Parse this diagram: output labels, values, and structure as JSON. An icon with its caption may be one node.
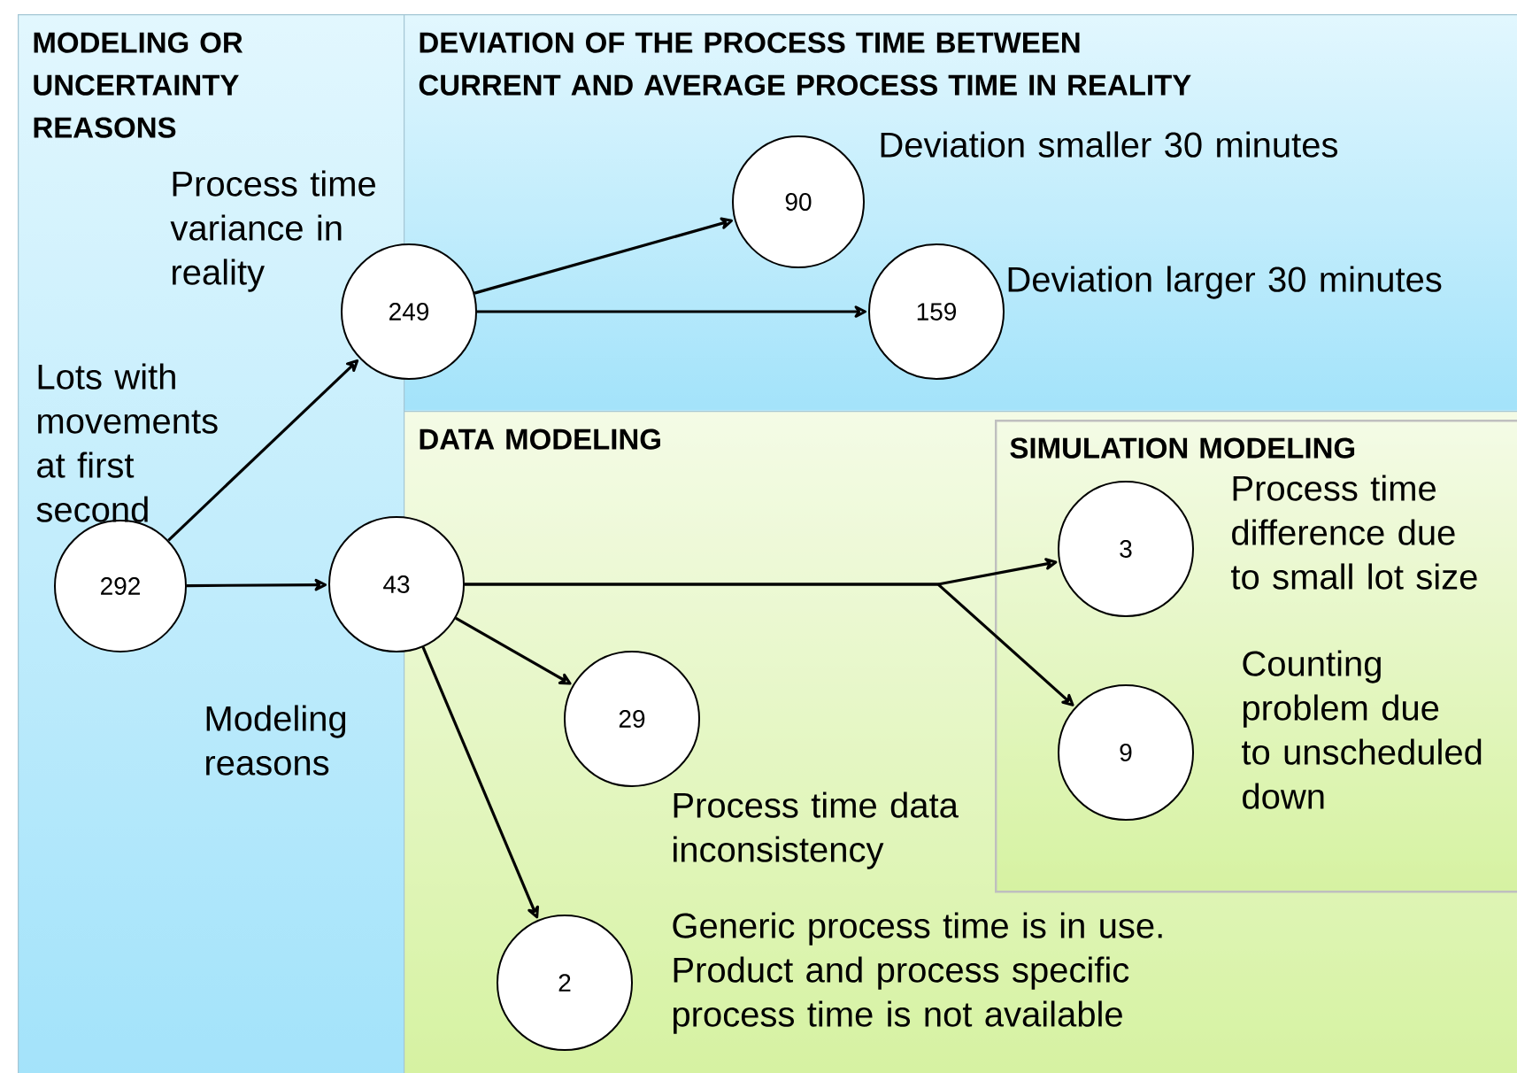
{
  "diagram": {
    "nodes": [
      {
        "text": [
          "MODELING OR UNCERTAINTY REASONS"
        ]
      },
      {
        "text": [
          "DEVIATION OF THE PROCESS TIME  BETWEEN CURRENT AND AVERAGE PROCESS TIME IN REALITY"
        ]
      },
      {
        "text": [
          "DATA MODELING"
        ]
      },
      {
        "text": [
          "SIMULATION MODELING"
        ],
        "in": 2
      },
      {
        "text": [
          "249"
        ],
        "beside": [
          "Process time variance in reality"
        ]
      },
      {
        "text": [
          "90"
        ],
        "beside": [
          "Deviation smaller 30 minutes"
        ],
        "in": 1
      },
      {
        "text": [
          "159"
        ],
        "beside": [
          "Deviation larger 30 minutes"
        ],
        "in": 1
      },
      {
        "text": [
          "292"
        ],
        "beside": [
          "Lots with movements at first second"
        ],
        "in": 0
      },
      {
        "text": [
          "43"
        ],
        "beside": [
          "Modeling reasons"
        ]
      },
      {
        "text": [
          "3"
        ],
        "beside": [
          "Process time difference due to small lot size"
        ],
        "in": 3
      },
      {
        "text": [
          "29"
        ],
        "beside": [
          "Process time data inconsistency"
        ],
        "in": 2
      },
      {
        "text": [
          "9"
        ],
        "beside": [
          "Counting problem due to unscheduled down"
        ],
        "in": 3
      },
      {
        "text": [
          "2"
        ],
        "beside": [
          "Generic process time is in use. Product and process specific process time is not available"
        ],
        "in": 2
      }
    ],
    "edges": [
      {
        "from": 7,
        "to": 4,
        "arrow": "to"
      },
      {
        "from": 7,
        "to": 8,
        "arrow": "to"
      },
      {
        "from": 4,
        "to": 5,
        "arrow": "to"
      },
      {
        "from": 4,
        "to": 6,
        "arrow": "to"
      },
      {
        "from": 8,
        "to": 9,
        "arrow": "to"
      },
      {
        "from": 8,
        "to": 11,
        "arrow": "to"
      },
      {
        "from": 8,
        "to": 10,
        "arrow": "to"
      },
      {
        "from": 8,
        "to": 12,
        "arrow": "to"
      }
    ]
  }
}
